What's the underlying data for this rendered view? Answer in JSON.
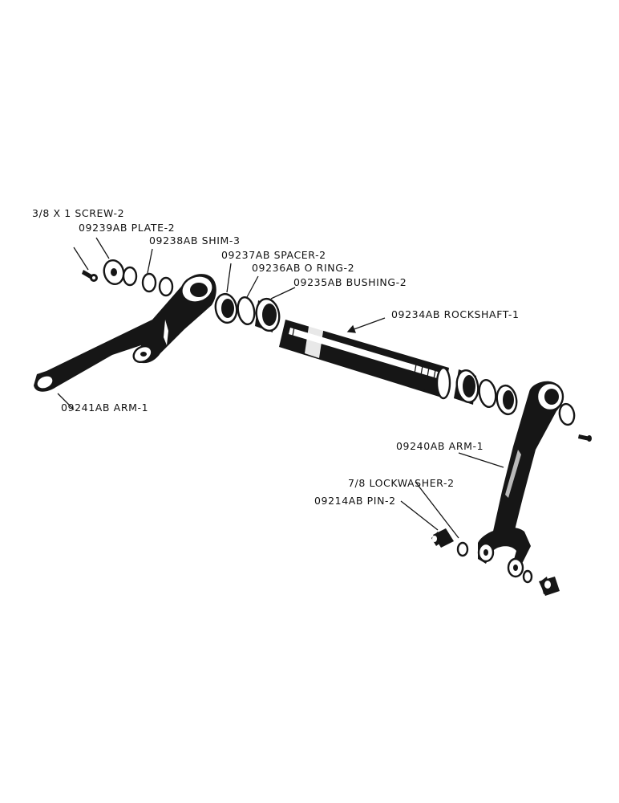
{
  "labels": {
    "screw": "3/8 X 1 SCREW-2",
    "plate": "09239AB PLATE-2",
    "shim": "09238AB SHIM-3",
    "spacer": "09237AB SPACER-2",
    "oring": "09236AB O RING-2",
    "bushing": "09235AB BUSHING-2",
    "rockshaft": "09234AB  ROCKSHAFT-1",
    "arm_left": "09241AB  ARM-1",
    "arm_right": "09240AB  ARM-1",
    "lockwasher": "7/8  LOCKWASHER-2",
    "pin": "09214AB  PIN-2"
  },
  "colors": {
    "ink": "#161616",
    "paper": "#ffffff"
  }
}
